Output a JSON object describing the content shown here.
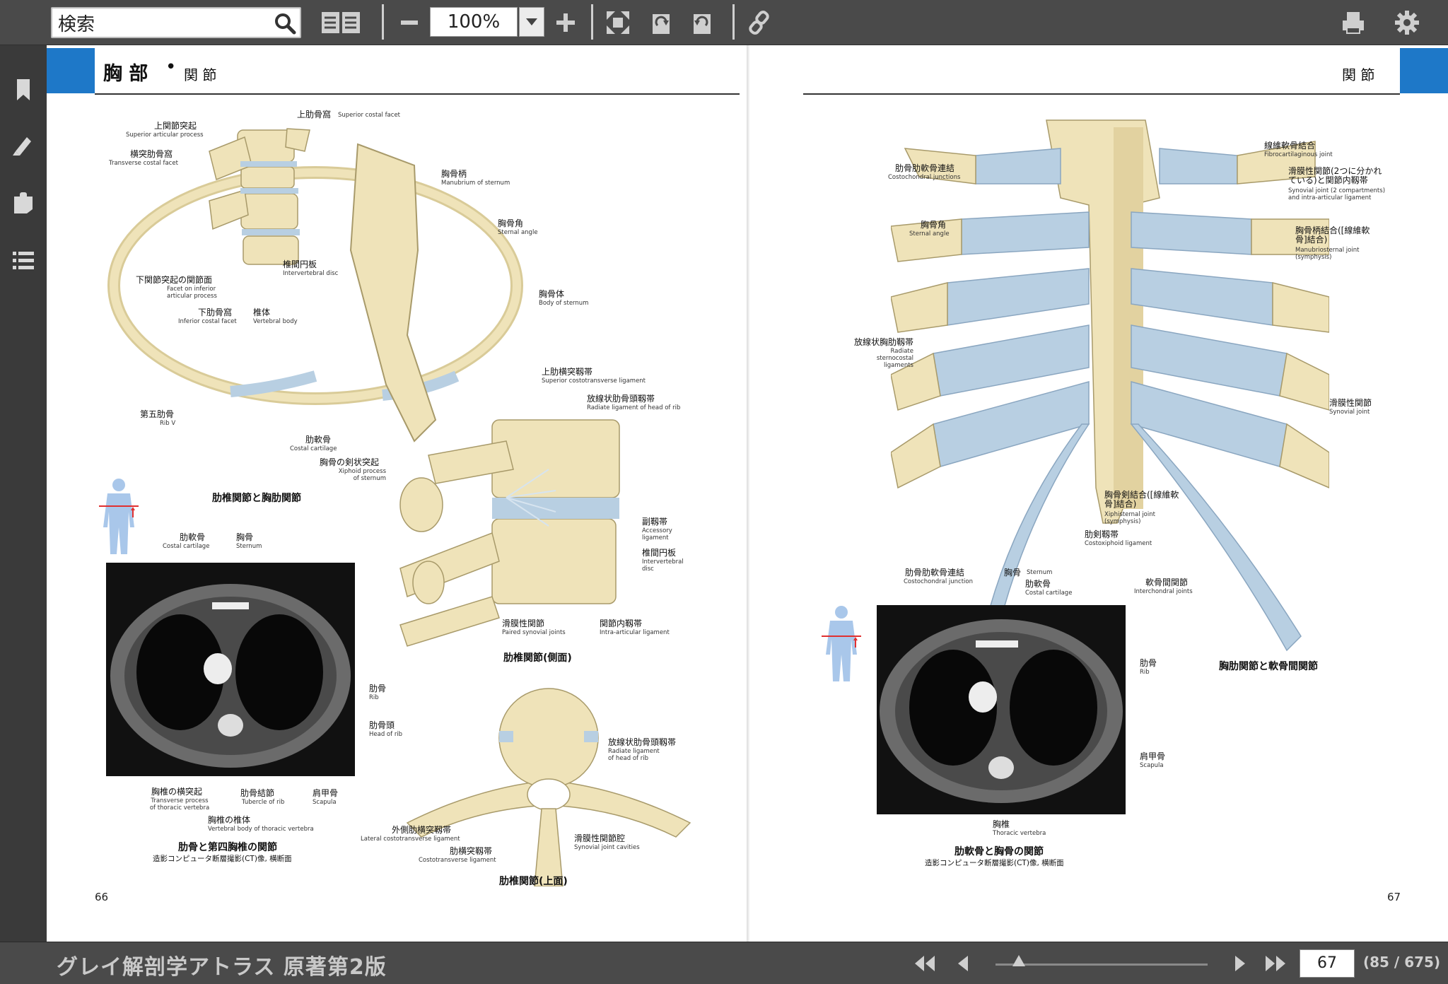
{
  "toolbar": {
    "search_value": "検索",
    "zoom_value": "100%"
  },
  "colors": {
    "accent_blue": "#1e78c8",
    "bone": "#efe3b9",
    "cartilage": "#b8cfe2"
  },
  "left_page": {
    "header_title": "胸 部",
    "header_dot": "•",
    "header_sub": "関 節",
    "page_number": "66",
    "labels": [
      {
        "jp": "上関節突起",
        "en": "Superior articular process"
      },
      {
        "jp": "上肋骨窩",
        "en": "Superior costal facet"
      },
      {
        "jp": "横突肋骨窩",
        "en": "Transverse costal facet"
      },
      {
        "jp": "胸骨柄",
        "en": "Manubrium of sternum"
      },
      {
        "jp": "胸骨角",
        "en": "Sternal angle"
      },
      {
        "jp": "椎間円板",
        "en": "Intervertebral disc"
      },
      {
        "jp": "下関節突起の関節面",
        "en": "Facet on inferior articular process"
      },
      {
        "jp": "下肋骨窩",
        "en": "Inferior costal facet"
      },
      {
        "jp": "椎体",
        "en": "Vertebral body"
      },
      {
        "jp": "胸骨体",
        "en": "Body of sternum"
      },
      {
        "jp": "上肋横突靱帯",
        "en": "Superior costotransverse ligament"
      },
      {
        "jp": "放線状肋骨頭靱帯",
        "en": "Radiate ligament of head of rib"
      },
      {
        "jp": "第五肋骨",
        "en": "Rib V"
      },
      {
        "jp": "肋軟骨",
        "en": "Costal cartilage"
      },
      {
        "jp": "胸骨の剣状突起",
        "en": "Xiphoid process of sternum"
      },
      {
        "jp": "副靱帯",
        "en": "Accessory ligament"
      },
      {
        "jp": "椎間円板",
        "en": "Intervertebral disc"
      },
      {
        "jp": "滑膜性関節",
        "en": "Paired synovial joints"
      },
      {
        "jp": "関節内靱帯",
        "en": "Intra-articular ligament"
      }
    ],
    "ct_labels": [
      {
        "jp": "肋軟骨",
        "en": "Costal cartilage"
      },
      {
        "jp": "胸骨",
        "en": "Sternum"
      },
      {
        "jp": "肋骨",
        "en": "Rib"
      },
      {
        "jp": "肋骨頭",
        "en": "Head of rib"
      },
      {
        "jp": "胸椎の横突起",
        "en": "Transverse process of thoracic vertebra"
      },
      {
        "jp": "肋骨結節",
        "en": "Tubercle of rib"
      },
      {
        "jp": "肩甲骨",
        "en": "Scapula"
      },
      {
        "jp": "胸椎の椎体",
        "en": "Vertebral body of thoracic vertebra"
      }
    ],
    "top_view_labels": [
      {
        "jp": "放線状肋骨頭靱帯",
        "en": "Radiate ligament of head of rib"
      },
      {
        "jp": "外側肋横突靱帯",
        "en": "Lateral costotransverse ligament"
      },
      {
        "jp": "肋横突靱帯",
        "en": "Costotransverse ligament"
      },
      {
        "jp": "滑膜性関節腔",
        "en": "Synovial joint cavities"
      }
    ],
    "captions": {
      "main": "肋椎関節と胸肋関節",
      "lateral": "肋椎関節(側面)",
      "ct_title": "肋骨と第四胸椎の関節",
      "ct_sub": "造影コンピュータ断層撮影(CT)像, 横断面",
      "top": "肋椎関節(上面)"
    }
  },
  "right_page": {
    "header_sub": "関 節",
    "page_number": "67",
    "labels": [
      {
        "jp": "線維軟骨結合",
        "en": "Fibrocartilaginous joint"
      },
      {
        "jp": "肋骨肋軟骨連結",
        "en": "Costochondral junctions"
      },
      {
        "jp": "滑膜性関節(2つに分かれている)と関節内靱帯",
        "en": "Synovial joint (2 compartments) and intra-articular ligament"
      },
      {
        "jp": "胸骨角",
        "en": "Sternal angle"
      },
      {
        "jp": "胸骨柄結合([線維軟骨]結合)",
        "en": "Manubriosternal joint (symphysis)"
      },
      {
        "jp": "放線状胸肋靱帯",
        "en": "Radiate sternocostal ligaments"
      },
      {
        "jp": "滑膜性関節",
        "en": "Synovial joint"
      },
      {
        "jp": "胸骨剣結合([線維軟骨]結合)",
        "en": "Xiphisternal joint (symphysis)"
      },
      {
        "jp": "肋剣靱帯",
        "en": "Costoxiphoid ligament"
      },
      {
        "jp": "軟骨間関節",
        "en": "Interchondral joints"
      }
    ],
    "ct_labels": [
      {
        "jp": "肋骨肋軟骨連結",
        "en": "Costochondral junction"
      },
      {
        "jp": "胸骨",
        "en": "Sternum"
      },
      {
        "jp": "肋軟骨",
        "en": "Costal cartilage"
      },
      {
        "jp": "肋骨",
        "en": "Rib"
      },
      {
        "jp": "肩甲骨",
        "en": "Scapula"
      },
      {
        "jp": "胸椎",
        "en": "Thoracic vertebra"
      }
    ],
    "captions": {
      "main": "胸肋関節と軟骨間関節",
      "ct_title": "肋軟骨と胸骨の関節",
      "ct_sub": "造影コンピュータ断層撮影(CT)像, 横断面"
    }
  },
  "bottombar": {
    "book_title": "グレイ解剖学アトラス 原著第2版",
    "current_page": "67",
    "page_total": "(85 / 675)"
  }
}
